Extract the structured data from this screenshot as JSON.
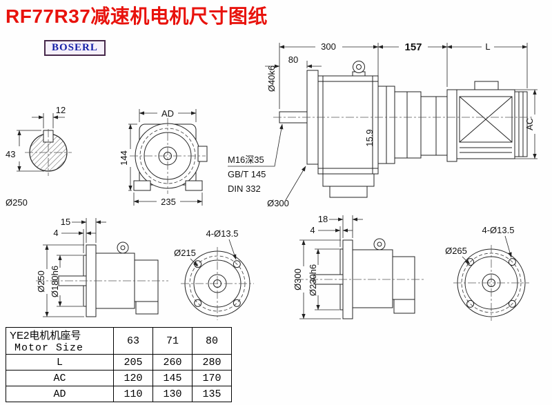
{
  "page": {
    "title": "RF77R37减速机电机尺寸图纸",
    "brand": "BOSERL"
  },
  "labels": {
    "shaft_section": {
      "key_width": "12",
      "key_height": "43",
      "flange_dia": "Ø250"
    },
    "front_view": {
      "ad": "AD",
      "height": "144",
      "width": "235"
    },
    "side_view": {
      "len_gearbox": "300",
      "len_adapter": "157",
      "len_motor": "L",
      "shaft_len": "80",
      "shaft_dia": "Ø40k6",
      "motor_dia": "AC",
      "key_dim": "15.9",
      "tap_line1": "M16深35",
      "tap_line2": "GB/T 145",
      "tap_line3": "DIN 332",
      "flange_dia": "Ø300"
    },
    "flange250_side": {
      "thickness": "15",
      "spigot_h": "4",
      "flange_dia": "Ø250",
      "spigot_dia": "Ø180h6"
    },
    "flange250_face": {
      "holes": "4-Ø13.5",
      "bolt_circle": "Ø215"
    },
    "flange300_side": {
      "thickness": "18",
      "spigot_h": "4",
      "flange_dia": "Ø300",
      "spigot_dia": "Ø230h6"
    },
    "flange300_face": {
      "holes": "4-Ø13.5",
      "bolt_circle": "Ø265"
    }
  },
  "table": {
    "row_header_cn": "YE2电机机座号",
    "row_header_en": "Motor Size",
    "sizes": [
      "63",
      "71",
      "80"
    ],
    "rows": [
      {
        "label": "L",
        "values": [
          "205",
          "260",
          "280"
        ]
      },
      {
        "label": "AC",
        "values": [
          "120",
          "145",
          "170"
        ]
      },
      {
        "label": "AD",
        "values": [
          "110",
          "130",
          "135"
        ]
      }
    ]
  }
}
